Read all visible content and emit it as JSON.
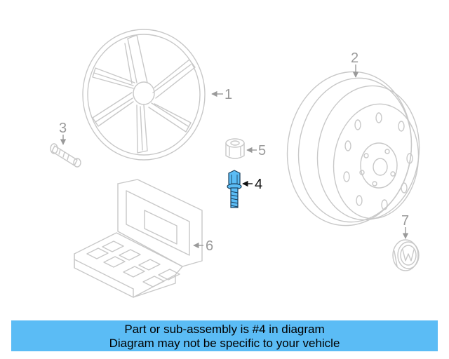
{
  "diagram": {
    "callouts": {
      "c1": "1",
      "c2": "2",
      "c3": "3",
      "c4": "4",
      "c5": "5",
      "c6": "6",
      "c7": "7"
    },
    "highlighted_part": "4",
    "highlight_color": "#5bbcf5",
    "ghost_color": "#c8c8c8"
  },
  "banner": {
    "line1": "Part or sub-assembly is #4 in diagram",
    "line2": "Diagram may not be specific to your vehicle",
    "background": "#5bbcf5"
  }
}
